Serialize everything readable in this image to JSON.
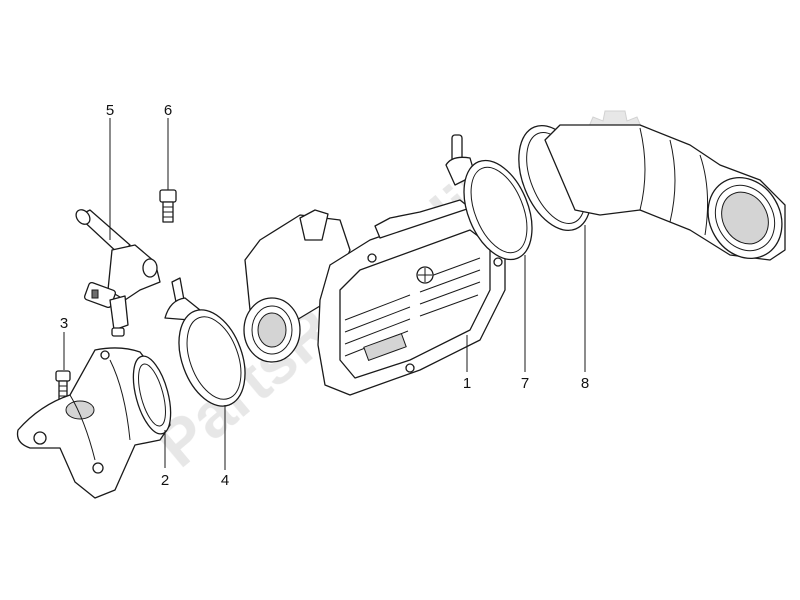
{
  "diagram": {
    "callouts": [
      "1",
      "2",
      "3",
      "4",
      "5",
      "6",
      "7",
      "8"
    ]
  },
  "watermark": {
    "text": "PartsRepublik",
    "color": "#e6e6e6"
  },
  "colors": {
    "line": "#1a1a1a",
    "background": "#ffffff",
    "shade": "#d4d4d4"
  }
}
